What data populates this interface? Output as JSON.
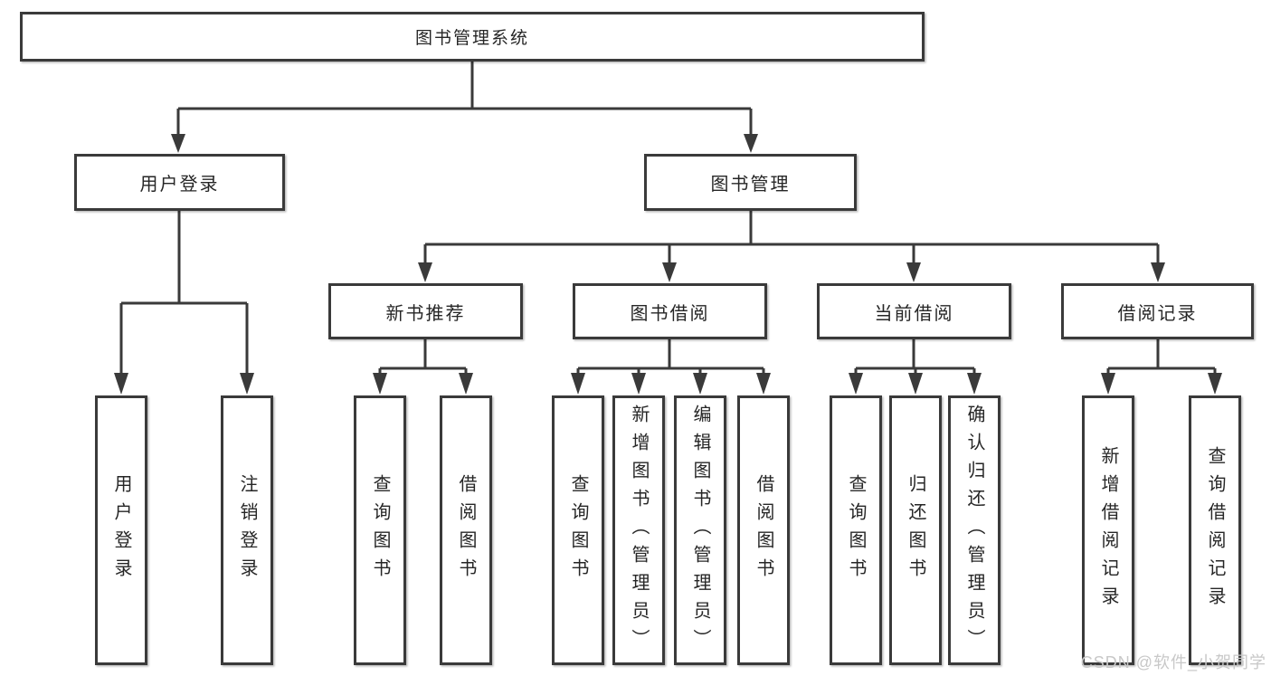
{
  "diagram": {
    "title": "图书管理系统",
    "branches": [
      {
        "label": "用户登录",
        "children": [
          "用户登录",
          "注销登录"
        ]
      },
      {
        "label": "图书管理",
        "sections": [
          {
            "label": "新书推荐",
            "children": [
              "查询图书",
              "借阅图书"
            ]
          },
          {
            "label": "图书借阅",
            "children": [
              "查询图书",
              "新增图书（管理员）",
              "编辑图书（管理员）",
              "借阅图书"
            ]
          },
          {
            "label": "当前借阅",
            "children": [
              "查询图书",
              "归还图书",
              "确认归还（管理员）"
            ]
          },
          {
            "label": "借阅记录",
            "children": [
              "新增借阅记录",
              "查询借阅记录"
            ]
          }
        ]
      }
    ],
    "line_color": "#3a3a3a"
  },
  "watermark": "CSDN @软件_小贺同学"
}
